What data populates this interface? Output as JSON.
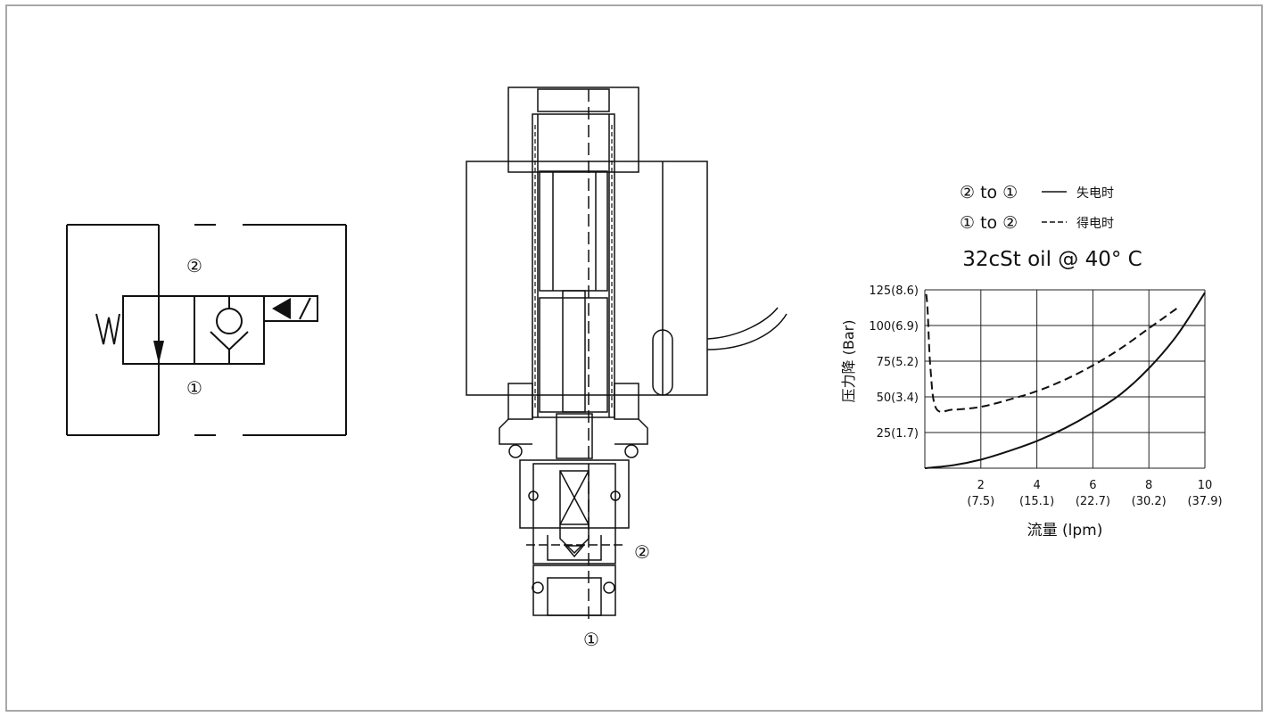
{
  "schematic": {
    "port_2": "②",
    "port_1": "①"
  },
  "section": {
    "port_2": "②",
    "port_1": "①"
  },
  "legend": {
    "line1_prefix": "② to ①",
    "line1_label": "失电时",
    "line2_prefix": "① to ②",
    "line2_label": "得电时",
    "condition": "32cSt oil @ 40°  C"
  },
  "chart_data": {
    "type": "line",
    "title": "32cSt oil @ 40°  C",
    "xlabel": "流量 (lpm)",
    "ylabel": "压力降 (Bar)",
    "xlim": [
      0,
      10
    ],
    "ylim": [
      0,
      125
    ],
    "grid": true,
    "legend_position": "top",
    "x_tick_labels": [
      {
        "top": "2",
        "bottom": "(7.5)"
      },
      {
        "top": "4",
        "bottom": "(15.1)"
      },
      {
        "top": "6",
        "bottom": "(22.7)"
      },
      {
        "top": "8",
        "bottom": "(30.2)"
      },
      {
        "top": "10",
        "bottom": "(37.9)"
      }
    ],
    "y_tick_labels": [
      "25(1.7)",
      "50(3.4)",
      "75(5.2)",
      "100(6.9)",
      "125(8.6)"
    ],
    "series": [
      {
        "name": "失电时",
        "style": "solid",
        "x": [
          0,
          1,
          2,
          3,
          4,
          5,
          6,
          7,
          8,
          9,
          10
        ],
        "y": [
          0,
          2,
          6,
          12,
          19,
          28,
          39,
          52,
          70,
          93,
          123
        ]
      },
      {
        "name": "得电时",
        "style": "dashed",
        "x": [
          0.05,
          0.1,
          0.2,
          0.4,
          1,
          2,
          3,
          4,
          5,
          6,
          7,
          8,
          9
        ],
        "y": [
          122,
          110,
          70,
          42,
          41,
          43,
          48,
          54,
          62,
          72,
          84,
          98,
          112
        ]
      }
    ]
  }
}
